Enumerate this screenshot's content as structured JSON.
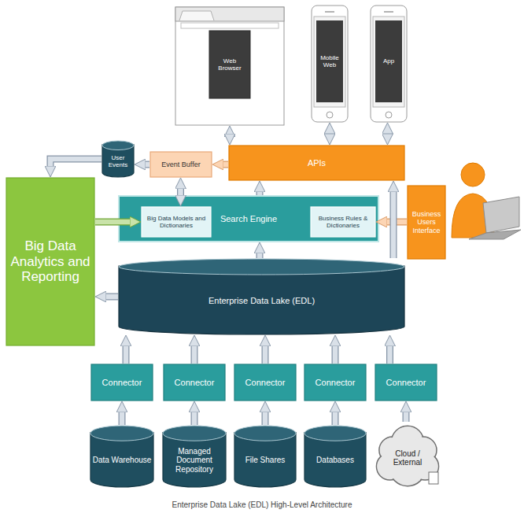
{
  "diagram": {
    "caption": "Enterprise Data Lake (EDL) High-Level Architecture",
    "nodes": [
      {
        "text": [
          "Web Browser"
        ]
      },
      {
        "text": [
          "Mobile Web"
        ]
      },
      {
        "text": [
          "App"
        ]
      },
      {
        "text": [
          "User Events"
        ]
      },
      {
        "text": [
          "Event Buffer"
        ]
      },
      {
        "text": [
          "APIs"
        ]
      },
      {
        "text": [
          "Big Data Analytics and Reporting"
        ]
      },
      {
        "text": [
          "Search Engine"
        ]
      },
      {
        "text": [
          "Big Data Models and Dictionaries"
        ],
        "in": 7
      },
      {
        "text": [
          "Business Rules & Dictionaries"
        ],
        "in": 7
      },
      {
        "text": [
          "Business Users Interface"
        ]
      },
      {
        "text": [
          "Enterprise Data Lake (EDL)"
        ]
      },
      {
        "text": [
          "Connector"
        ]
      },
      {
        "text": [
          "Connector"
        ]
      },
      {
        "text": [
          "Connector"
        ]
      },
      {
        "text": [
          "Connector"
        ]
      },
      {
        "text": [
          "Connector"
        ]
      },
      {
        "text": [
          "Data Warehouse"
        ]
      },
      {
        "text": [
          "Managed Document Repository"
        ]
      },
      {
        "text": [
          "File Shares"
        ]
      },
      {
        "text": [
          "Databases"
        ]
      },
      {
        "text": [
          "Cloud / External"
        ]
      }
    ],
    "edges": [
      {
        "from": 0,
        "to": 5,
        "arrow": "both"
      },
      {
        "from": 1,
        "to": 5,
        "arrow": "both"
      },
      {
        "from": 2,
        "to": 5,
        "arrow": "both"
      },
      {
        "from": 5,
        "to": 4,
        "arrow": "to"
      },
      {
        "from": 4,
        "to": 3,
        "arrow": "to"
      },
      {
        "from": 3,
        "to": 6,
        "arrow": "to"
      },
      {
        "from": 4,
        "to": 8,
        "arrow": "both"
      },
      {
        "from": 6,
        "to": 8,
        "arrow": "to"
      },
      {
        "from": 7,
        "to": 5,
        "arrow": "to"
      },
      {
        "from": 10,
        "to": 9,
        "arrow": "to"
      },
      {
        "from": 11,
        "to": 5,
        "arrow": "to"
      },
      {
        "from": 11,
        "to": 7,
        "arrow": "to"
      },
      {
        "from": 11,
        "to": 6,
        "arrow": "to"
      },
      {
        "from": 12,
        "to": 11,
        "arrow": "to"
      },
      {
        "from": 13,
        "to": 11,
        "arrow": "to"
      },
      {
        "from": 14,
        "to": 11,
        "arrow": "to"
      },
      {
        "from": 15,
        "to": 11,
        "arrow": "to"
      },
      {
        "from": 16,
        "to": 11,
        "arrow": "to"
      },
      {
        "from": 17,
        "to": 12,
        "arrow": "to"
      },
      {
        "from": 18,
        "to": 13,
        "arrow": "to"
      },
      {
        "from": 19,
        "to": 14,
        "arrow": "to"
      },
      {
        "from": 20,
        "to": 15,
        "arrow": "to"
      },
      {
        "from": 21,
        "to": 16,
        "arrow": "to"
      }
    ]
  }
}
